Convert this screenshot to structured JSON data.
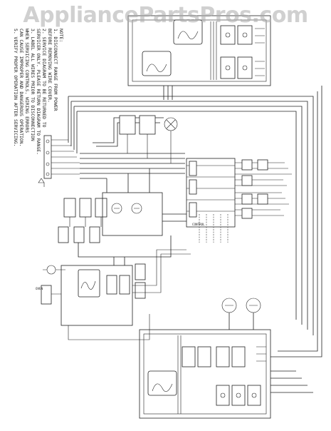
{
  "watermark": "AppliancePartsPros.com",
  "notes": {
    "heading": "NOTE:",
    "lines": [
      "1. DISCONNECT RANGE FROM POWER",
      "   BEFORE REMOVING WIRE COVER.",
      "2. SERVICE DIAGRAM TO BE RETURNED TO",
      "   SERVICER ONLY. PLEASE RETURN DIAGRAM TO RANGE.",
      "3. LABEL ALL WIRES PRIOR TO DISCONNECTION",
      "   WHEN SERVICING CONTROLS. WIRING ERRORS",
      "   CAN CAUSE IMPROPER AND DANGEROUS OPERATION.",
      "5. VERIFY PROPER OPERATION AFTER SERVICING."
    ]
  }
}
